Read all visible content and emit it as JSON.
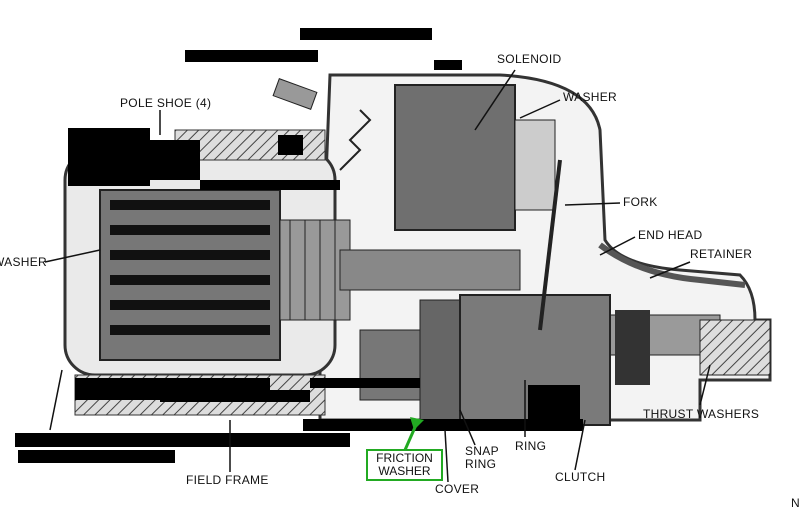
{
  "labels": {
    "pole_shoe": "POLE SHOE (4)",
    "solenoid": "SOLENOID",
    "washer_top": "WASHER",
    "fork": "FORK",
    "end_head": "END HEAD",
    "retainer": "RETAINER",
    "washer_left": "WASHER",
    "thrust_washers": "THRUST WASHERS",
    "snap_ring_1": "SNAP",
    "snap_ring_2": "RING",
    "ring": "RING",
    "clutch": "CLUTCH",
    "cover": "COVER",
    "field_frame": "FIELD FRAME",
    "corner_mark": "N"
  },
  "highlight": {
    "line1": "FRICTION",
    "line2": "WASHER",
    "color": "#22aa22"
  }
}
